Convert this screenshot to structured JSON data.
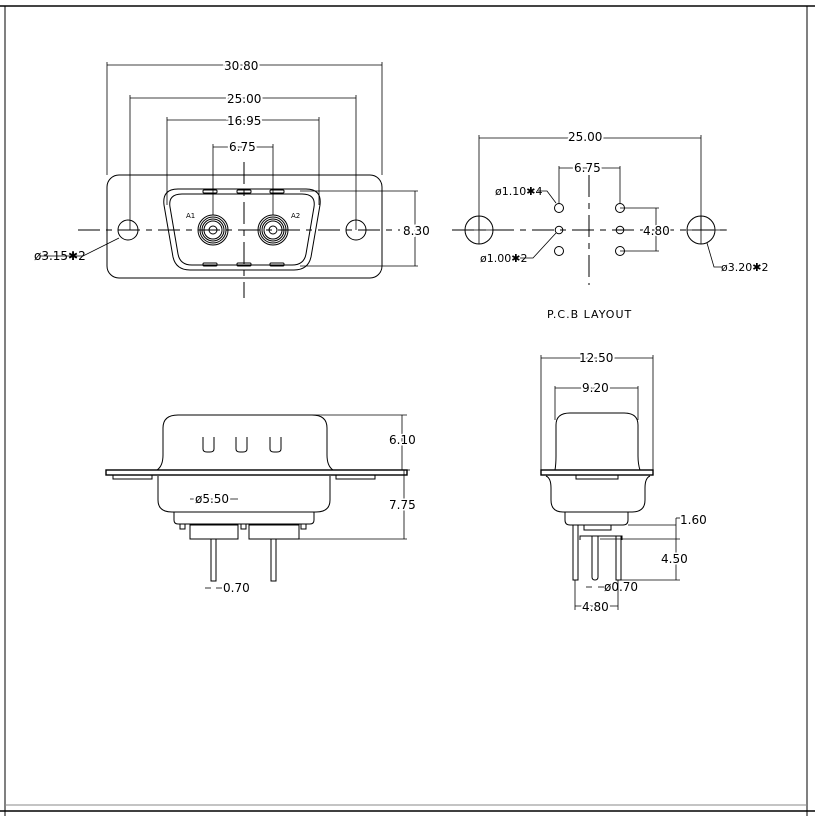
{
  "front_view": {
    "dims": {
      "overall_width": "30.80",
      "mount_hole_pitch": "25.00",
      "shell_width": "16.95",
      "contact_pitch": "6.75",
      "shell_height": "8.30"
    },
    "hole_note": "ø3.15✱2",
    "contact_labels": [
      "A1",
      "A2"
    ]
  },
  "pcb_layout": {
    "title": "P.C.B LAYOUT",
    "dims": {
      "mount_hole_pitch": "25.00",
      "contact_pitch": "6.75",
      "row_pitch": "4.80"
    },
    "notes": {
      "small_holes": "ø1.10✱4",
      "contact_holes": "ø1.00✱2",
      "mount_holes": "ø3.20✱2"
    }
  },
  "side_view": {
    "dims": {
      "shell_height": "6.10",
      "body_depth": "7.75",
      "contact_diameter": "ø5.50",
      "pin_diameter": "0.70"
    }
  },
  "end_view": {
    "dims": {
      "flange_width": "12.50",
      "shell_width": "9.20",
      "standoff": "1.60",
      "pin_length": "4.50",
      "pin_diameter": "ø0.70",
      "pin_spacing": "4.80"
    }
  }
}
